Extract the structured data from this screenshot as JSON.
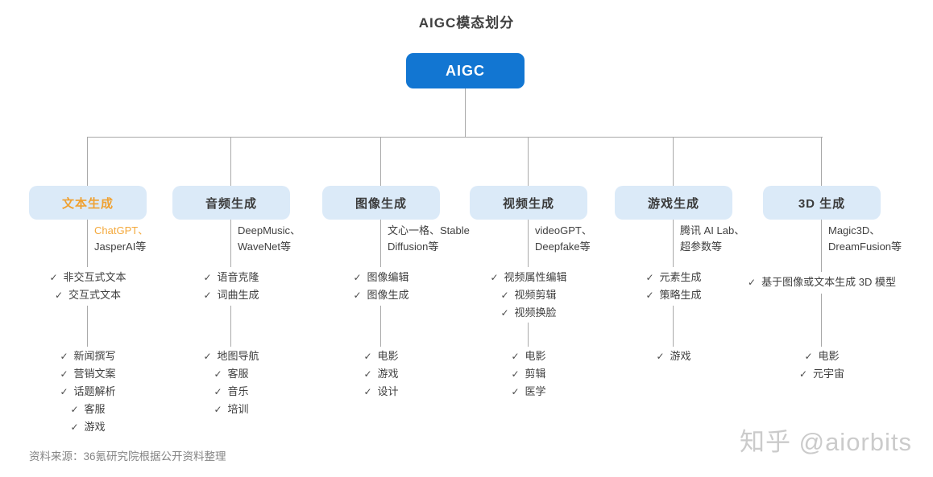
{
  "title": "AIGC模态划分",
  "root": {
    "label": "AIGC"
  },
  "check_icon": "✓",
  "colors": {
    "root_bg": "#1276d2",
    "node_bg": "#dbeaf8",
    "accent_orange": "#efa132",
    "tool_accent_orange": "#f4a93c",
    "text_dark": "#3f3f3f",
    "connector_line": "#a9a9a9",
    "source_gray": "#858585",
    "watermark_gray": "#cbcbcb"
  },
  "branches": [
    {
      "label": "文本生成",
      "label_accent": true,
      "accent_first_tool": true,
      "tools": [
        "ChatGPT、",
        "JasperAI等"
      ],
      "features": [
        "非交互式文本",
        "交互式文本"
      ],
      "applications": [
        "新闻撰写",
        "营销文案",
        "话题解析",
        "客服",
        "游戏"
      ]
    },
    {
      "label": "音频生成",
      "tools": [
        "DeepMusic、",
        "WaveNet等"
      ],
      "features": [
        "语音克隆",
        "词曲生成"
      ],
      "applications": [
        "地图导航",
        "客服",
        "音乐",
        "培训"
      ]
    },
    {
      "label": "图像生成",
      "tools": [
        "文心一格、Stable",
        "Diffusion等"
      ],
      "features": [
        "图像编辑",
        "图像生成"
      ],
      "applications": [
        "电影",
        "游戏",
        "设计"
      ]
    },
    {
      "label": "视频生成",
      "tools": [
        "videoGPT、",
        "Deepfake等"
      ],
      "features": [
        "视频属性编辑",
        "视频剪辑",
        "视频换脸"
      ],
      "applications": [
        "电影",
        "剪辑",
        "医学"
      ]
    },
    {
      "label": "游戏生成",
      "tools": [
        "腾讯 AI Lab、",
        "超参数等"
      ],
      "features": [
        "元素生成",
        "策略生成"
      ],
      "applications": [
        "游戏"
      ]
    },
    {
      "label": "3D 生成",
      "tools": [
        "Magic3D、",
        "DreamFusion等"
      ],
      "features": [
        "基于图像或文本生成 3D 模型"
      ],
      "applications": [
        "电影",
        "元宇宙"
      ]
    }
  ],
  "footer": {
    "source": "资料来源：36氪研究院根据公开资料整理"
  },
  "watermark": "知乎 @aiorbits"
}
